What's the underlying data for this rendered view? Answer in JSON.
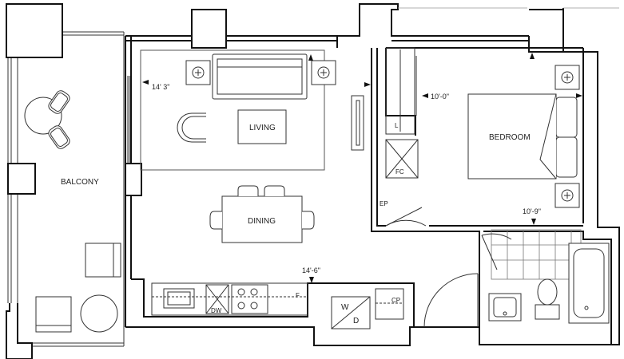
{
  "rooms": {
    "balcony": "BALCONY",
    "living": "LIVING",
    "dining": "DINING",
    "bedroom": "BEDROOM"
  },
  "fixtures": {
    "linen": "L",
    "fan_coil": "FC",
    "electrical_panel": "EP",
    "dishwasher": "DW",
    "fridge": "F",
    "washer": "W",
    "dryer": "D",
    "closet_pantry": "CP"
  },
  "dimensions": {
    "living_width": "14' 3\"",
    "bedroom_depth": "10'-0\"",
    "bedroom_width": "10'-9\"",
    "dining_length": "14'-6\""
  },
  "colors": {
    "wall": "#111111",
    "line": "#333333",
    "background": "#ffffff"
  }
}
